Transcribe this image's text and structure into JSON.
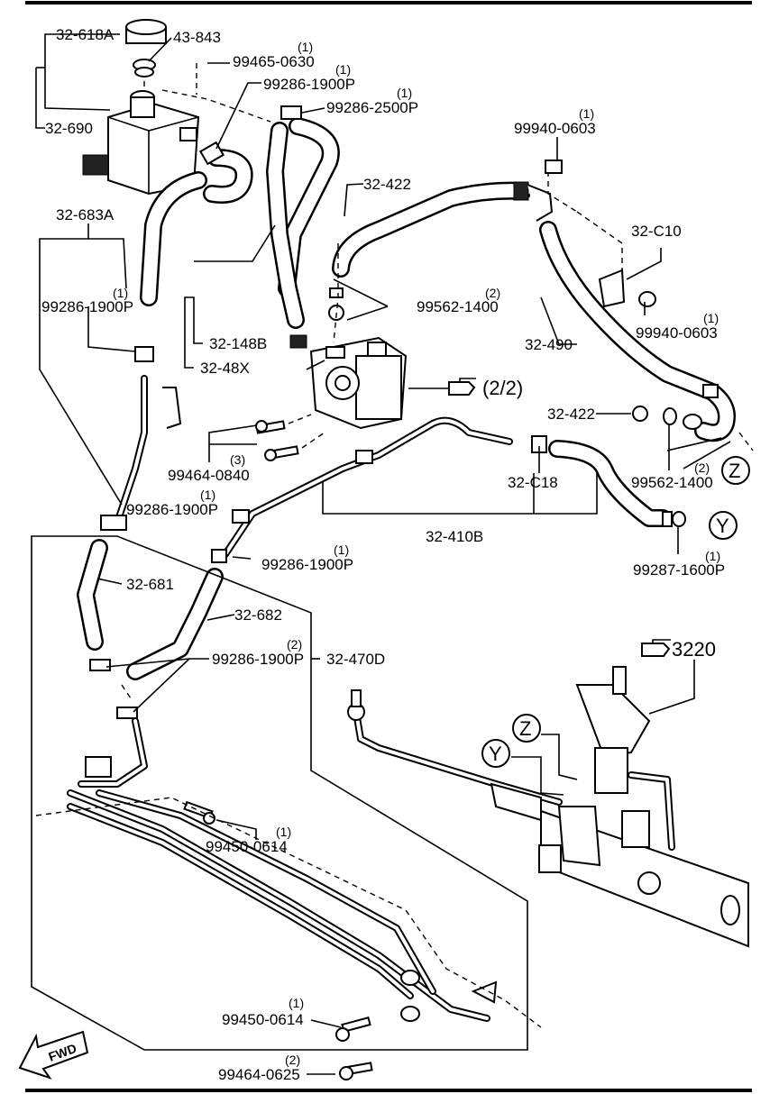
{
  "callouts": [
    {
      "id": "c1",
      "part": "32-618A",
      "qty": ""
    },
    {
      "id": "c2",
      "part": "43-843",
      "qty": ""
    },
    {
      "id": "c3",
      "part": "99465-0630",
      "qty": "(1)"
    },
    {
      "id": "c4",
      "part": "99286-1900P",
      "qty": "(1)"
    },
    {
      "id": "c5",
      "part": "99286-2500P",
      "qty": "(1)"
    },
    {
      "id": "c6",
      "part": "32-690",
      "qty": ""
    },
    {
      "id": "c7",
      "part": "99940-0603",
      "qty": "(1)"
    },
    {
      "id": "c8",
      "part": "32-422",
      "qty": ""
    },
    {
      "id": "c9",
      "part": "32-683A",
      "qty": ""
    },
    {
      "id": "c10",
      "part": "32-C10",
      "qty": ""
    },
    {
      "id": "c11",
      "part": "99286-1900P",
      "qty": "(1)"
    },
    {
      "id": "c12",
      "part": "99562-1400",
      "qty": "(2)"
    },
    {
      "id": "c13",
      "part": "99940-0603",
      "qty": "(1)"
    },
    {
      "id": "c14",
      "part": "32-148B",
      "qty": ""
    },
    {
      "id": "c15",
      "part": "32-490",
      "qty": ""
    },
    {
      "id": "c16",
      "part": "32-48X",
      "qty": ""
    },
    {
      "id": "c17",
      "part": "(2/2)",
      "qty": ""
    },
    {
      "id": "c18",
      "part": "32-422",
      "qty": ""
    },
    {
      "id": "c19",
      "part": "99464-0840",
      "qty": "(3)"
    },
    {
      "id": "c20",
      "part": "99562-1400",
      "qty": "(2)"
    },
    {
      "id": "c21",
      "part": "32-C18",
      "qty": ""
    },
    {
      "id": "c22",
      "part": "99286-1900P",
      "qty": "(1)"
    },
    {
      "id": "c23",
      "part": "32-410B",
      "qty": ""
    },
    {
      "id": "c24",
      "part": "99286-1900P",
      "qty": "(1)"
    },
    {
      "id": "c25",
      "part": "99287-1600P",
      "qty": "(1)"
    },
    {
      "id": "c26",
      "part": "32-681",
      "qty": ""
    },
    {
      "id": "c27",
      "part": "32-682",
      "qty": ""
    },
    {
      "id": "c28",
      "part": "99286-1900P",
      "qty": "(2)"
    },
    {
      "id": "c29",
      "part": "32-470D",
      "qty": ""
    },
    {
      "id": "c30",
      "part": "3220",
      "qty": ""
    },
    {
      "id": "c31",
      "part": "99450-0614",
      "qty": "(1)"
    },
    {
      "id": "c32",
      "part": "99450-0614",
      "qty": "(1)"
    },
    {
      "id": "c33",
      "part": "99464-0625",
      "qty": "(2)"
    }
  ],
  "markers": {
    "z1": "Z",
    "y1": "Y",
    "z2": "Z",
    "y2": "Y"
  },
  "fwd": "FWD",
  "colors": {
    "ink": "#000000",
    "paper": "#ffffff"
  }
}
